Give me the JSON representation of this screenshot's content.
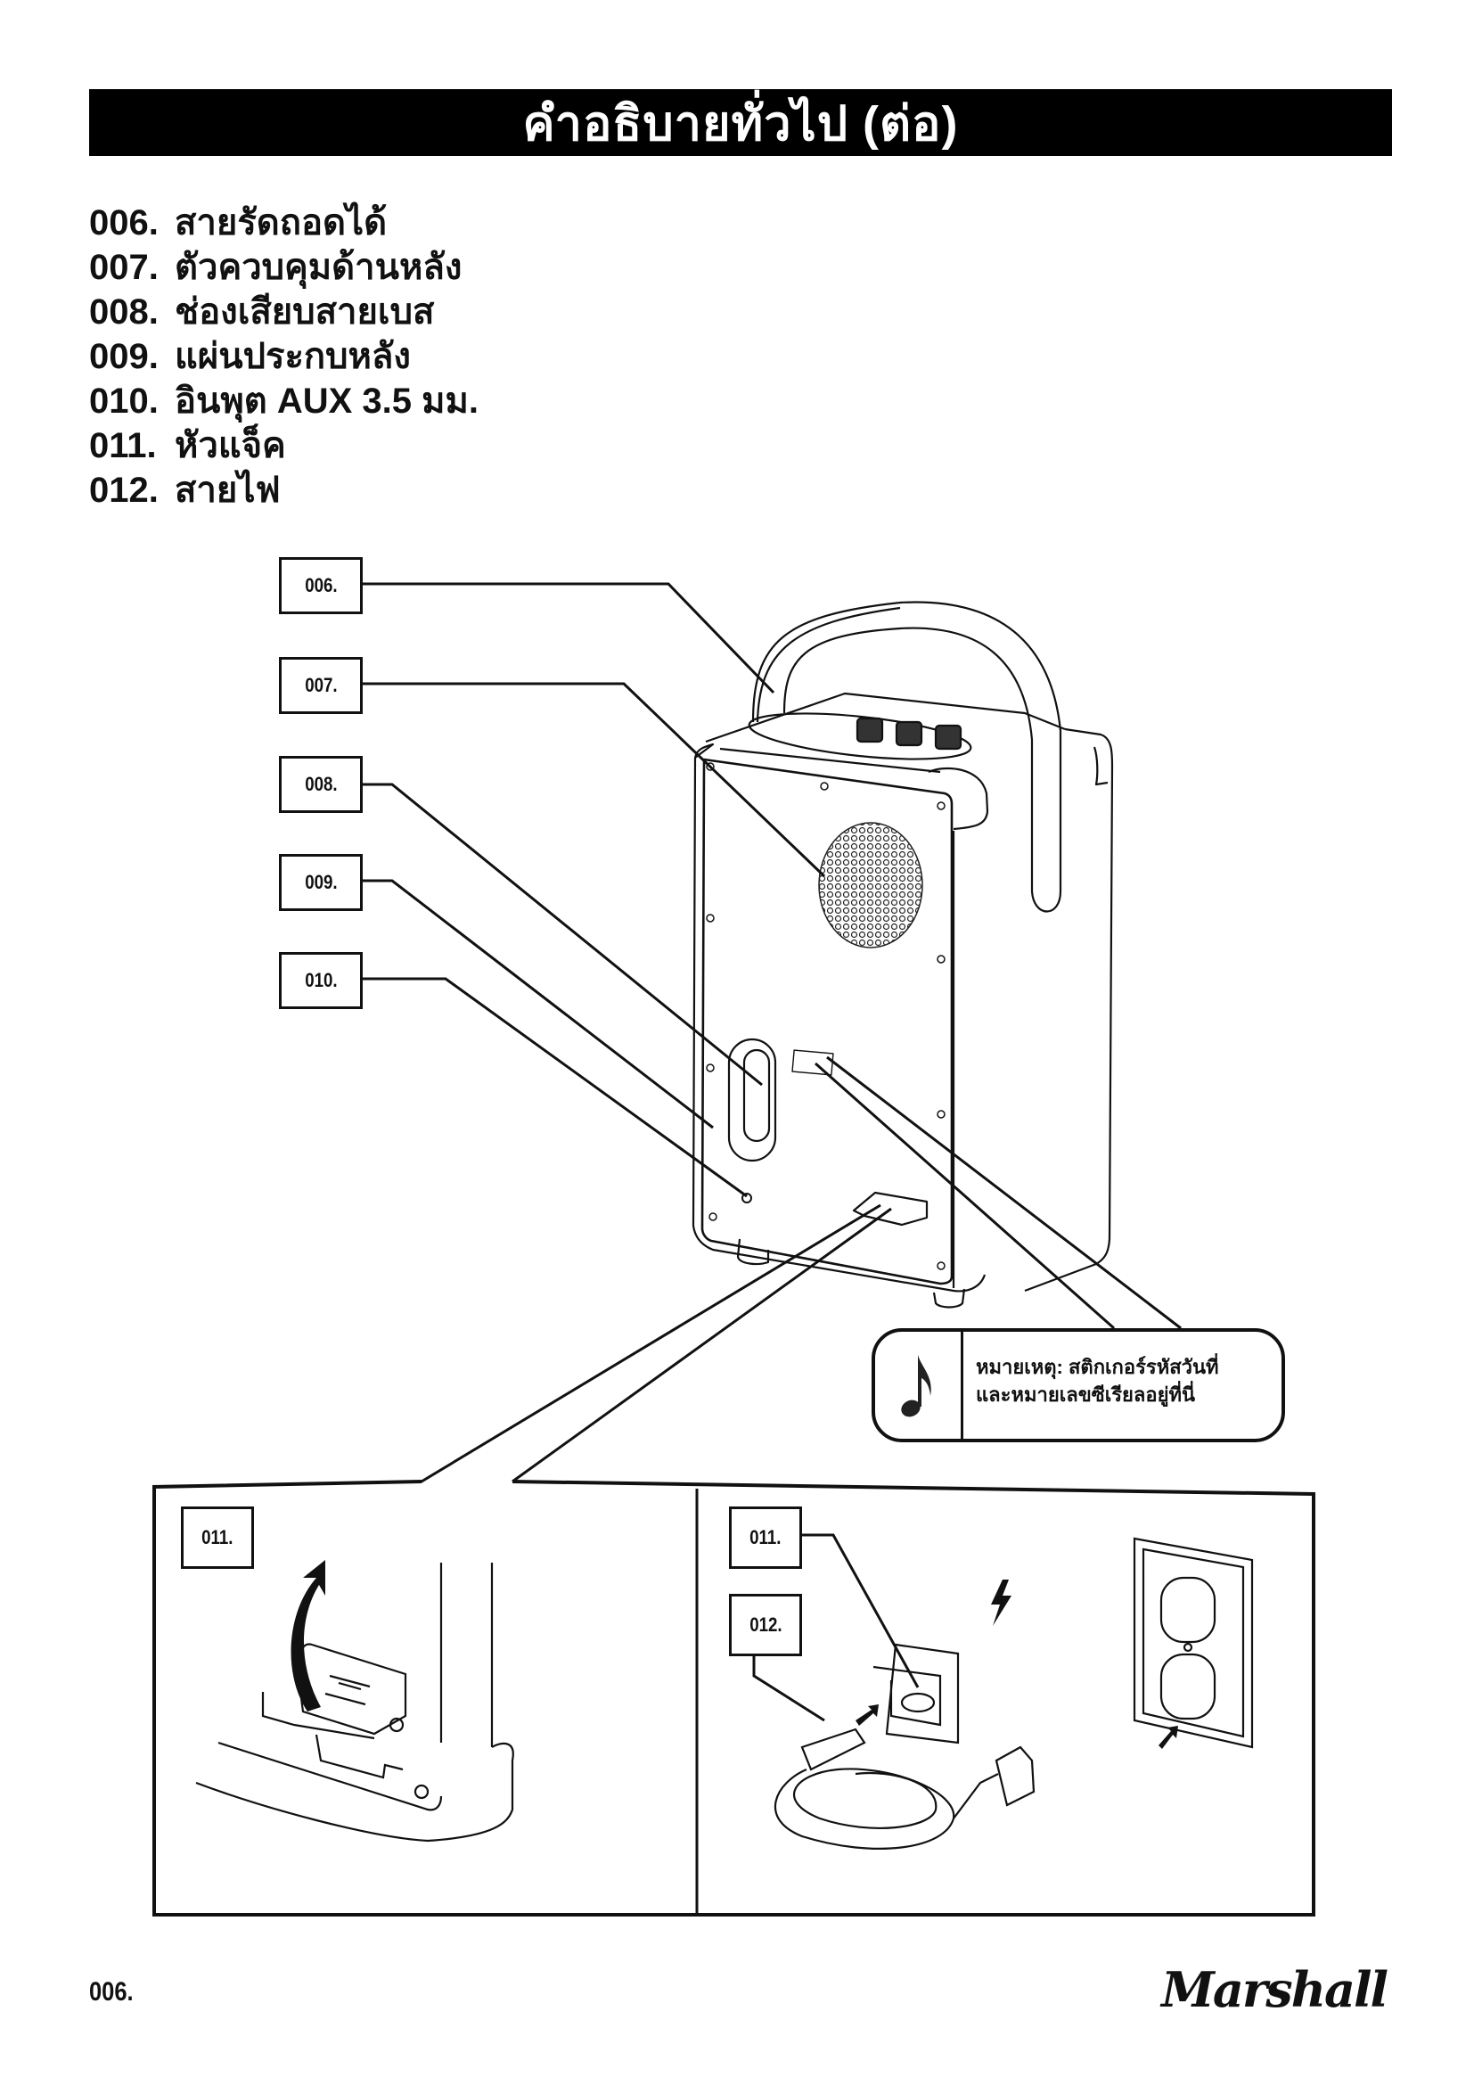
{
  "header": {
    "title": "คำอธิบายทั่วไป (ต่อ)"
  },
  "parts": [
    {
      "num": "006.",
      "label": "สายรัดถอดได้"
    },
    {
      "num": "007.",
      "label": "ตัวควบคุมด้านหลัง"
    },
    {
      "num": "008.",
      "label": "ช่องเสียบสายเบส"
    },
    {
      "num": "009.",
      "label": "แผ่นประกบหลัง"
    },
    {
      "num": "010.",
      "label": "อินพุต AUX 3.5 มม."
    },
    {
      "num": "011.",
      "label": "หัวแจ็ค"
    },
    {
      "num": "012.",
      "label": "สายไฟ"
    }
  ],
  "callouts": {
    "c006": "006.",
    "c007": "007.",
    "c008": "008.",
    "c009": "009.",
    "c010": "010.",
    "c011a": "011.",
    "c011b": "011.",
    "c012": "012."
  },
  "note": {
    "icon": "music-note-icon",
    "line1": "หมายเหตุ: สติกเกอร์รหัสวันที่",
    "line2": "และหมายเลขซีเรียลอยู่ที่นี่"
  },
  "footer": {
    "page_number": "006.",
    "brand": "Marshall"
  }
}
